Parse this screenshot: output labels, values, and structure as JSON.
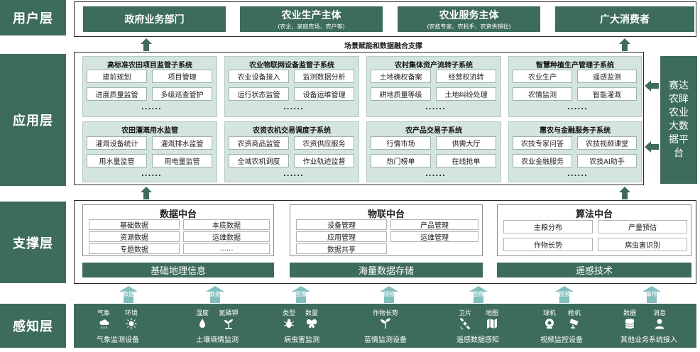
{
  "layers": {
    "user": "用户层",
    "app": "应用层",
    "support": "支撑层",
    "perception": "感知层"
  },
  "user_layer": {
    "boxes": [
      {
        "title": "政府业务部门",
        "subtitle": ""
      },
      {
        "title": "农业生产主体",
        "subtitle": "(农企、家庭农场、农户等)"
      },
      {
        "title": "农业服务主体",
        "subtitle": "(农技专家、农机手、农资供销社)"
      },
      {
        "title": "广大消费者",
        "subtitle": ""
      }
    ],
    "scene_label": "场景赋能和数据融合支撑"
  },
  "app_layer": {
    "platform_label": "赛达农眸农业大数据平台",
    "more": "......",
    "panels": [
      {
        "title": "高标准农田项目监管子系统",
        "items": [
          "建前规划",
          "项目管理",
          "进度质量监管",
          "多级巡查管护"
        ]
      },
      {
        "title": "农业物联网设备监管子系统",
        "items": [
          "农业设备接入",
          "监测数据分析",
          "运行状态监管",
          "设备运维管理"
        ]
      },
      {
        "title": "农村集体资产流转子系统",
        "items": [
          "土地确权备案",
          "经营权流转",
          "耕地质量等级",
          "土地纠纷处理"
        ]
      },
      {
        "title": "智慧种植生产管理子系统",
        "items": [
          "农业生产",
          "遥感监测",
          "农情监测",
          "智能灌溉"
        ]
      },
      {
        "title": "农田灌溉用水监管",
        "items": [
          "灌溉设备统计",
          "灌溉排水监管",
          "用水量监管",
          "用电量监管"
        ]
      },
      {
        "title": "农资农机交易调度子系统",
        "items": [
          "农资商品监管",
          "农资供应服务",
          "全域农机调度",
          "作业轨迹监督"
        ]
      },
      {
        "title": "农产品交易子系统",
        "items": [
          "行情市场",
          "供需大厅",
          "热门榜单",
          "在线抢单"
        ]
      },
      {
        "title": "惠农与金融服务子系统",
        "items": [
          "农技专家问答",
          "农技视频课堂",
          "农业金融服务",
          "农技AI助手"
        ]
      }
    ]
  },
  "support_layer": {
    "platforms": [
      {
        "title": "数据中台",
        "items": [
          "基础数据",
          "本底数据",
          "资源数据",
          "运维数据",
          "专题数据",
          "......"
        ],
        "bar": "基础地理信息"
      },
      {
        "title": "物联中台",
        "items": [
          "设备管理",
          "产品管理",
          "应用管理",
          "运维管理",
          "数据共享"
        ],
        "bar": "海量数据存储"
      },
      {
        "title": "算法中台",
        "items": [
          "主粮分布",
          "产量预估",
          "作物长势",
          "病虫害识别"
        ],
        "bar": "遥感技术"
      }
    ]
  },
  "perception_layer": {
    "arrows": [
      "数据",
      "数据",
      "图像",
      "视频",
      "图像",
      "视频",
      "事件"
    ],
    "groups": [
      {
        "label": "气象监测设备",
        "items": [
          "气象",
          "环境"
        ]
      },
      {
        "label": "土壤墒情监测",
        "items": [
          "湿度",
          "氮磷钾"
        ]
      },
      {
        "label": "病虫害监测",
        "items": [
          "类型",
          "数量"
        ]
      },
      {
        "label": "苗情监测设备",
        "items": [
          "作物长势"
        ]
      },
      {
        "label": "遥感数据感知",
        "items": [
          "卫片",
          "地图"
        ]
      },
      {
        "label": "视频监控设备",
        "items": [
          "球机",
          "枪机"
        ]
      },
      {
        "label": "其他业务系统接入",
        "items": [
          "数据",
          "消息"
        ]
      }
    ]
  },
  "colors": {
    "primary": "#3d6b5c",
    "panel": "#d4e4de",
    "arrow_light": "#84bfc0"
  }
}
